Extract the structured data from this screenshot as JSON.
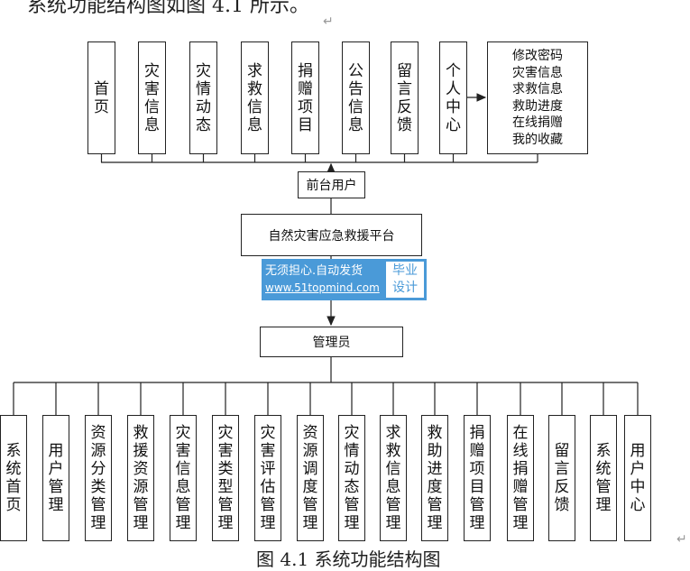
{
  "intro_text": "系统功能结构图如图 4.1 所示。",
  "paragraph_mark": "↵",
  "root": "自然灾害应急救援平台",
  "front_user": {
    "label": "前台用户",
    "modules": [
      "首页",
      "灾害信息",
      "灾情动态",
      "求救信息",
      "捐赠项目",
      "公告信息",
      "留言反馈",
      "个人中心"
    ],
    "personal_center_items": [
      "修改密码",
      "灾害信息",
      "求救信息",
      "救助进度",
      "在线捐赠",
      "我的收藏"
    ]
  },
  "admin": {
    "label": "管理员",
    "modules": [
      "系统首页",
      "用户管理",
      "资源分类管理",
      "救援资源管理",
      "灾害信息管理",
      "灾害类型管理",
      "灾害评估管理",
      "资源调度管理",
      "灾情动态管理",
      "求救信息管理",
      "救助进度管理",
      "捐赠项目管理",
      "在线捐赠管理",
      "留言反馈",
      "系统管理",
      "用户中心"
    ]
  },
  "watermark": {
    "line1": "无须担心.自动发货",
    "line2": "www.51topmind.com",
    "badge1": "毕业",
    "badge2": "设计"
  },
  "caption": "图 4.1  系统功能结构图"
}
